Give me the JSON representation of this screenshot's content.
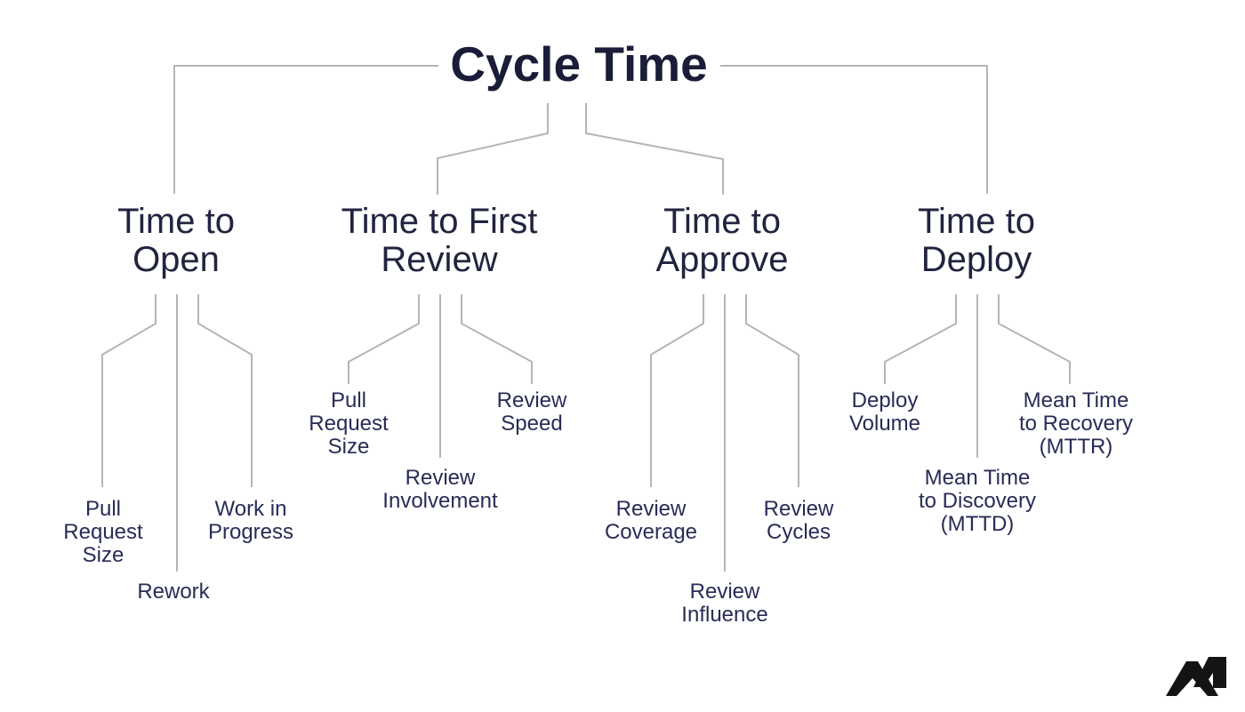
{
  "diagram": {
    "title": "Cycle Time",
    "branches": [
      {
        "label": "Time to Open",
        "children": [
          "Pull Request Size",
          "Rework",
          "Work in Progress"
        ]
      },
      {
        "label": "Time to First Review",
        "children": [
          "Pull Request Size",
          "Review Involvement",
          "Review Speed"
        ]
      },
      {
        "label": "Time to Approve",
        "children": [
          "Review Coverage",
          "Review Influence",
          "Review Cycles"
        ]
      },
      {
        "label": "Time to Deploy",
        "children": [
          "Deploy Volume",
          "Mean Time to Discovery (MTTD)",
          "Mean Time to Recovery (MTTR)"
        ]
      }
    ],
    "logo": {
      "icon": "minware-mountain-m-logo"
    },
    "colors": {
      "background": "#ffffff",
      "title_text": "#1a1c38",
      "branch_text": "#21243f",
      "leaf_text": "#282c56",
      "connector_line": "#b4b4bc",
      "logo": "#141414"
    }
  }
}
